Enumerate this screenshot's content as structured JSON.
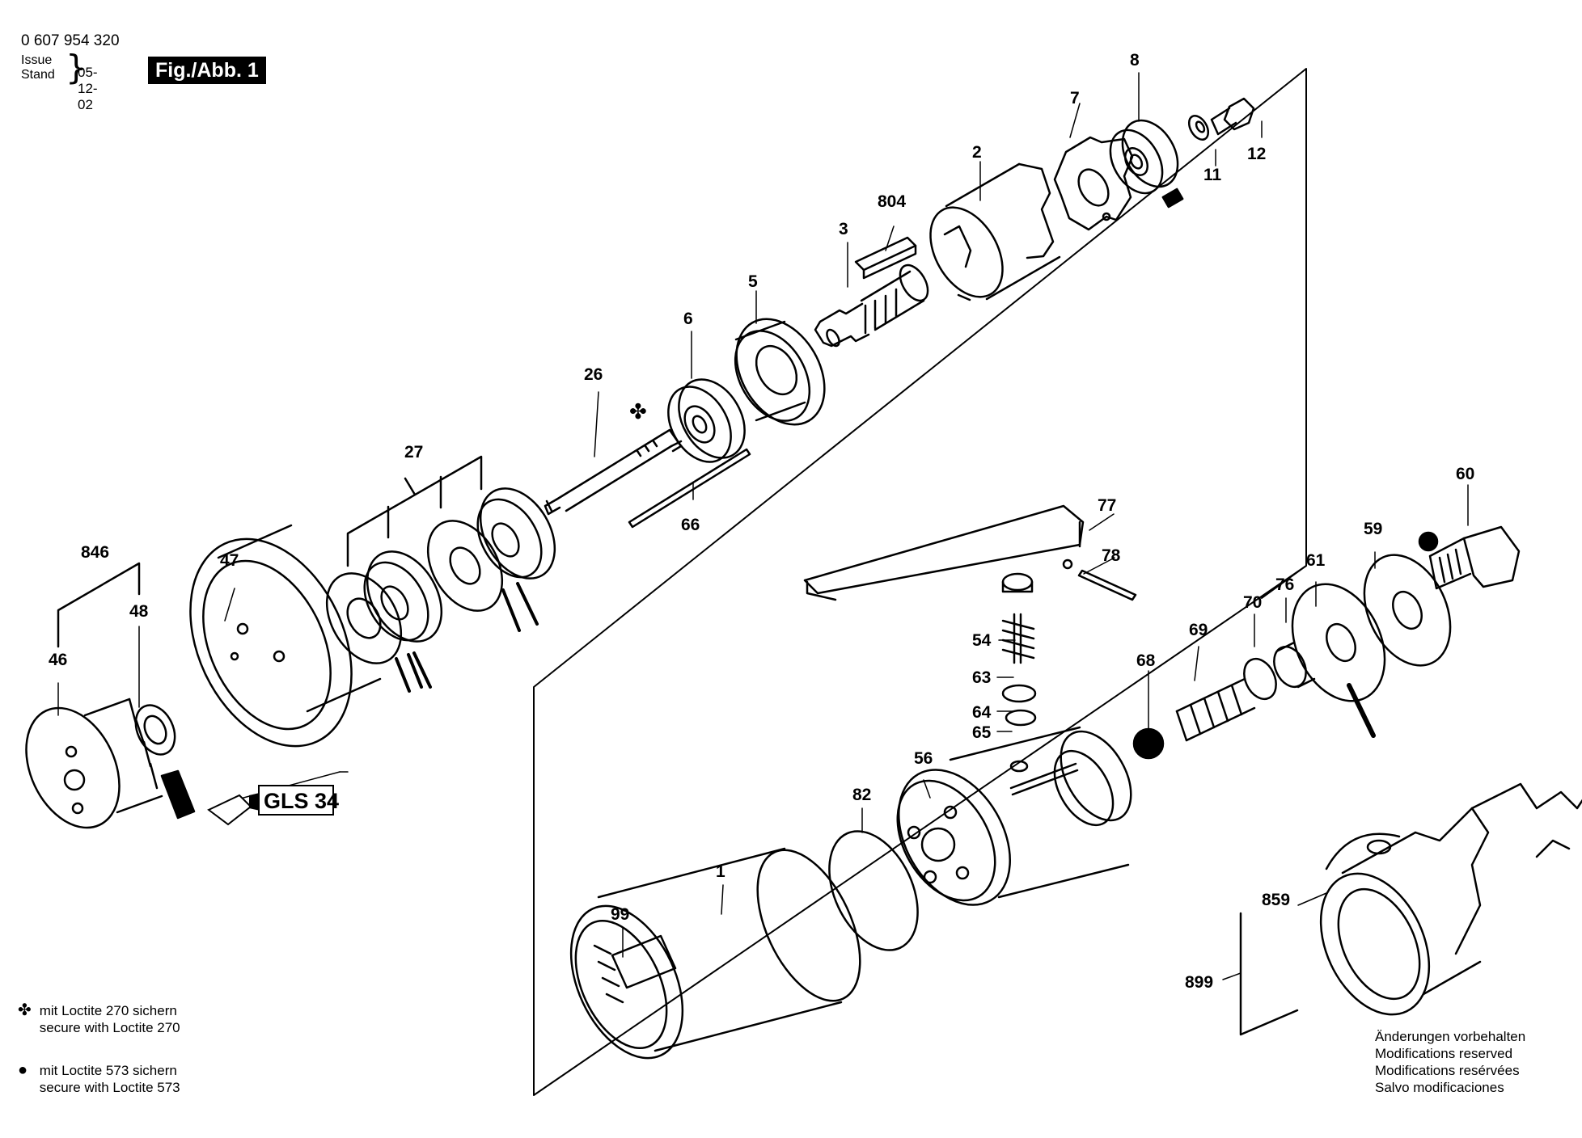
{
  "header": {
    "part_number": "0 607 954 320",
    "issue_label": "Issue",
    "stand_label": "Stand",
    "date": "05-12-02",
    "figure_label": "Fig./Abb. 1"
  },
  "callouts": {
    "c8": "8",
    "c7": "7",
    "c12": "12",
    "c11": "11",
    "c2": "2",
    "c804": "804",
    "c3": "3",
    "c5": "5",
    "c6": "6",
    "c26": "26",
    "c27": "27",
    "c66": "66",
    "c846": "846",
    "c47": "47",
    "c48": "48",
    "c46": "46",
    "c77": "77",
    "c78": "78",
    "c60": "60",
    "c59": "59",
    "c61": "61",
    "c76": "76",
    "c70": "70",
    "c69": "69",
    "c68": "68",
    "c54": "54",
    "c63": "63",
    "c64": "64",
    "c65": "65",
    "c56": "56",
    "c82": "82",
    "c1": "1",
    "c99": "99",
    "c859": "859",
    "c899": "899"
  },
  "gls_label": "GLS 34",
  "legend": {
    "loctite270_symbol": "✤",
    "loctite270_de": "mit Loctite 270 sichern",
    "loctite270_en": "secure with Loctite 270",
    "loctite573_symbol": "●",
    "loctite573_de": "mit Loctite 573 sichern",
    "loctite573_en": "secure with Loctite 573"
  },
  "notes": {
    "de": "Änderungen vorbehalten",
    "en": "Modifications reserved",
    "fr": "Modifications resérvées",
    "es": "Salvo modificaciones"
  }
}
